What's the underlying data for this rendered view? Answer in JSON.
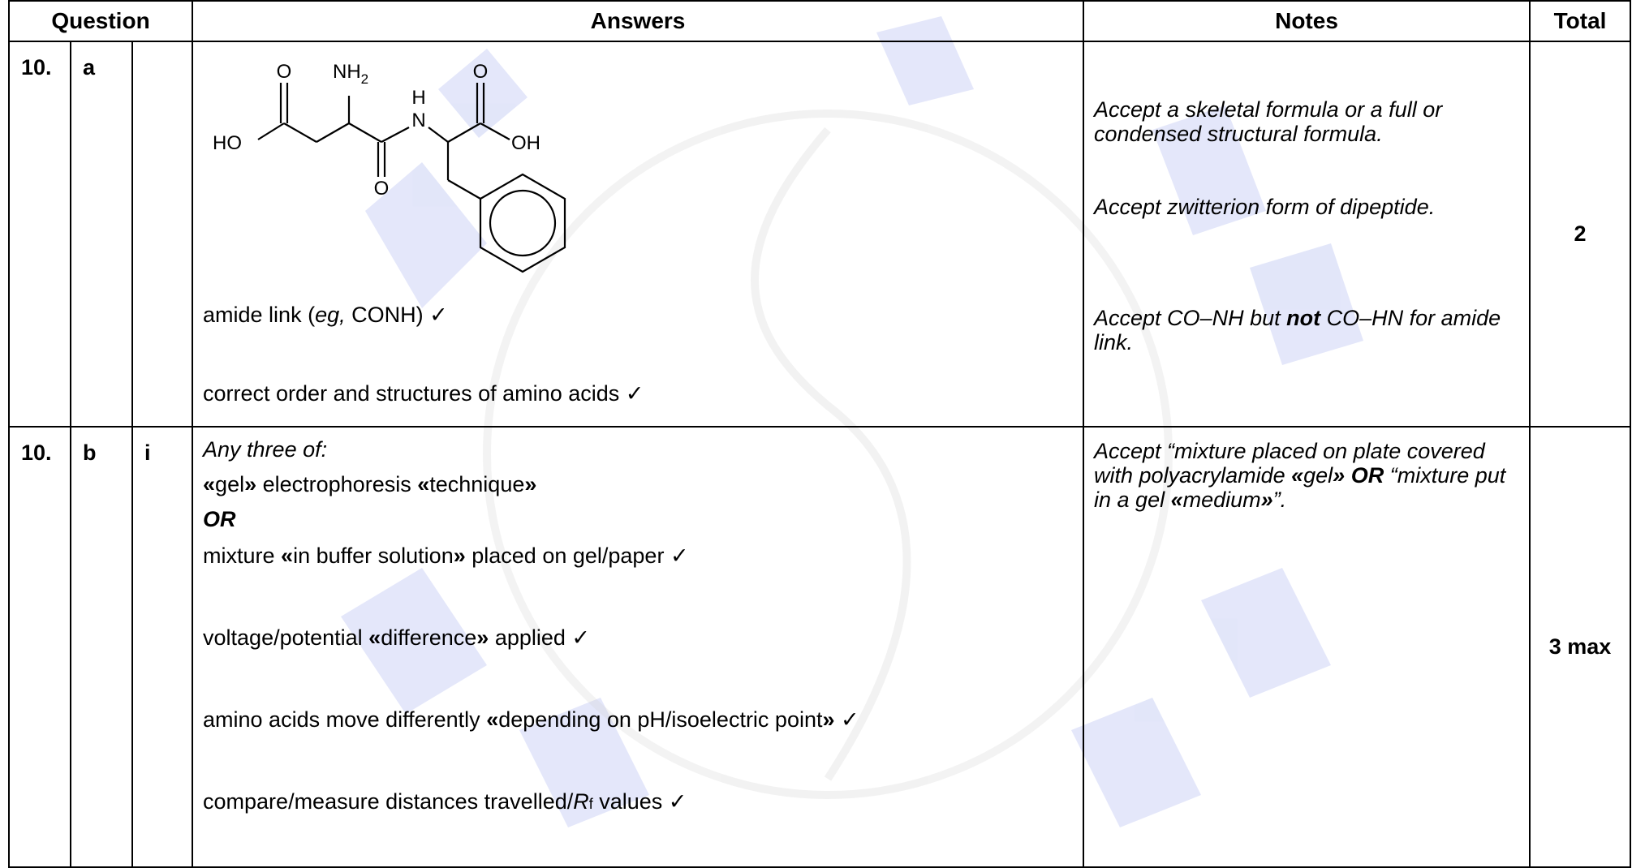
{
  "header": {
    "question": "Question",
    "answers": "Answers",
    "notes": "Notes",
    "total": "Total"
  },
  "row_a": {
    "q_num": "10.",
    "q_part": "a",
    "q_sub": "",
    "molecule": {
      "O1": "O",
      "NH": "NH",
      "sub2": "2",
      "O2": "O",
      "H": "H",
      "N": "N",
      "HO": "HO",
      "O3": "O",
      "OH": "OH"
    },
    "line1_pre": "amide link (",
    "line1_eg": "eg,",
    "line1_post": " CONH) ✓",
    "line2": "correct order and structures of amino acids ✓",
    "note1": "Accept a skeletal formula or a full or condensed structural formula.",
    "note2": "Accept zwitterion form of dipeptide.",
    "note3_pre": "Accept CO–NH but ",
    "note3_not": "not",
    "note3_post": " CO–HN for amide link.",
    "total": "2"
  },
  "row_b": {
    "q_num": "10.",
    "q_part": "b",
    "q_sub": "i",
    "intro": "Any three of:",
    "p1_a": "«",
    "p1_b": "gel",
    "p1_c": "»",
    "p1_d": " electrophoresis ",
    "p1_e": "«",
    "p1_f": "technique",
    "p1_g": "»",
    "or": "OR",
    "p2_a": "mixture ",
    "p2_b": "«",
    "p2_c": "in buffer solution",
    "p2_d": "»",
    "p2_e": " placed on gel/paper ✓",
    "p3_a": "voltage/potential ",
    "p3_b": "«",
    "p3_c": "difference",
    "p3_d": "»",
    "p3_e": " applied ✓",
    "p4_a": "amino acids move differently ",
    "p4_b": "«",
    "p4_c": "depending on pH/isoelectric point",
    "p4_d": "»",
    "p4_e": " ✓",
    "p5_a": "compare/measure distances travelled/",
    "p5_R": "R",
    "p5_f": "f",
    "p5_e": " values ✓",
    "note_a": "Accept “mixture placed on plate covered with polyacrylamide ",
    "note_b": "«",
    "note_c": "gel",
    "note_d": "»",
    "note_e": " ",
    "note_or": "OR",
    "note_f": " “mixture put in a gel ",
    "note_g": "«",
    "note_h": "medium",
    "note_i": "»",
    "note_j": "”.",
    "total": "3 max"
  },
  "colors": {
    "watermark": "#2b46d6",
    "watermark_grey": "#dcdcdc"
  }
}
